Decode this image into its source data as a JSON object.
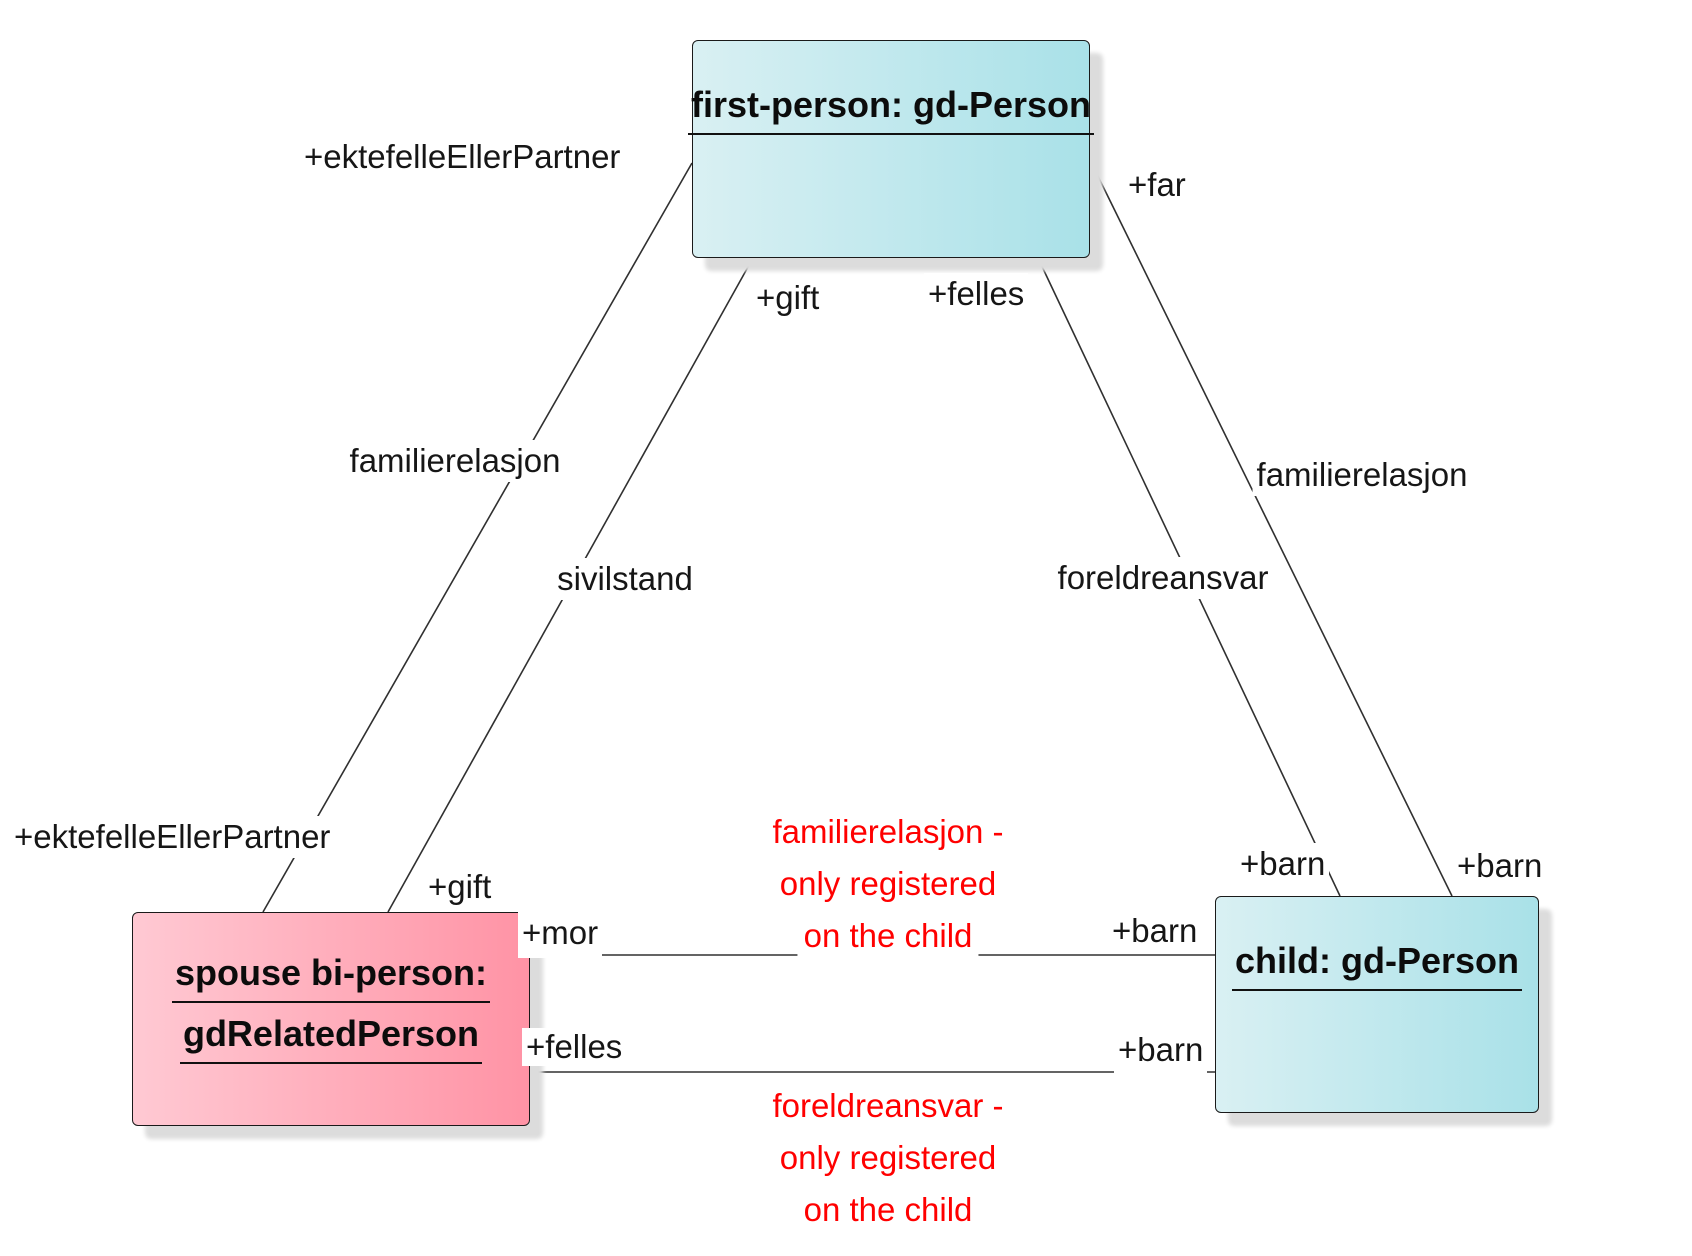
{
  "diagram": {
    "type": "uml-object-diagram",
    "colors": {
      "background": "#ffffff",
      "person_box_gradient_left": "#d9f0f3",
      "person_box_gradient_right": "#a9e1e8",
      "related_person_box_gradient_left": "#ffc9d3",
      "related_person_box_gradient_right": "#ff93a5",
      "box_border": "#1a1a1a",
      "edge_line": "#303030",
      "label_text": "#161616",
      "note_text": "#ff0000",
      "shadow": "#dcdcdc"
    },
    "nodes": {
      "first_person": {
        "title": "first-person: gd-Person"
      },
      "spouse": {
        "title_line1": "spouse bi-person:",
        "title_line2": "gdRelatedPerson"
      },
      "child": {
        "title": "child: gd-Person"
      }
    },
    "edges": {
      "familierelasjon_left": {
        "label": "familierelasjon",
        "end_top": "+ektefelleEllerPartner",
        "end_bottom": "+ektefelleEllerPartner"
      },
      "sivilstand": {
        "label": "sivilstand",
        "end_top": "+gift",
        "end_bottom": "+gift"
      },
      "foreldreansvar": {
        "label": "foreldreansvar",
        "end_top": "+felles",
        "end_bottom": "+barn"
      },
      "familierelasjon_right": {
        "label": "familierelasjon",
        "end_top": "+far",
        "end_bottom": "+barn"
      },
      "mor_barn": {
        "end_left": "+mor",
        "end_right": "+barn"
      },
      "felles_barn": {
        "end_left": "+felles",
        "end_right": "+barn"
      }
    },
    "notes": {
      "familierelasjon_note": {
        "line1": "familierelasjon -",
        "line2": "only registered",
        "line3": "on the child"
      },
      "foreldreansvar_note": {
        "line1": "foreldreansvar -",
        "line2": "only registered",
        "line3": "on the child"
      }
    }
  }
}
